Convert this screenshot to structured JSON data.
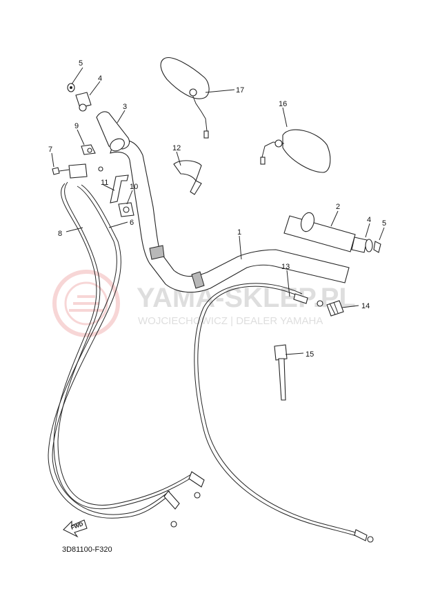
{
  "watermark": {
    "brand": "YAMA-SKLEP.PL",
    "dealer": "WOJCIECHOWICZ | DEALER YAMAHA"
  },
  "diagram_code": "3D81100-F320",
  "fwd_label": "FWD",
  "callouts": {
    "n1": "1",
    "n2": "2",
    "n3": "3",
    "n4a": "4",
    "n4b": "4",
    "n5a": "5",
    "n5b": "5",
    "n6": "6",
    "n7": "7",
    "n8": "8",
    "n9": "9",
    "n10": "10",
    "n11": "11",
    "n12": "12",
    "n13": "13",
    "n14": "14",
    "n15": "15",
    "n16": "16",
    "n17": "17"
  },
  "colors": {
    "ink": "#222222",
    "watermark": "#dedede",
    "watermark_logo": "#f2c9c9"
  }
}
